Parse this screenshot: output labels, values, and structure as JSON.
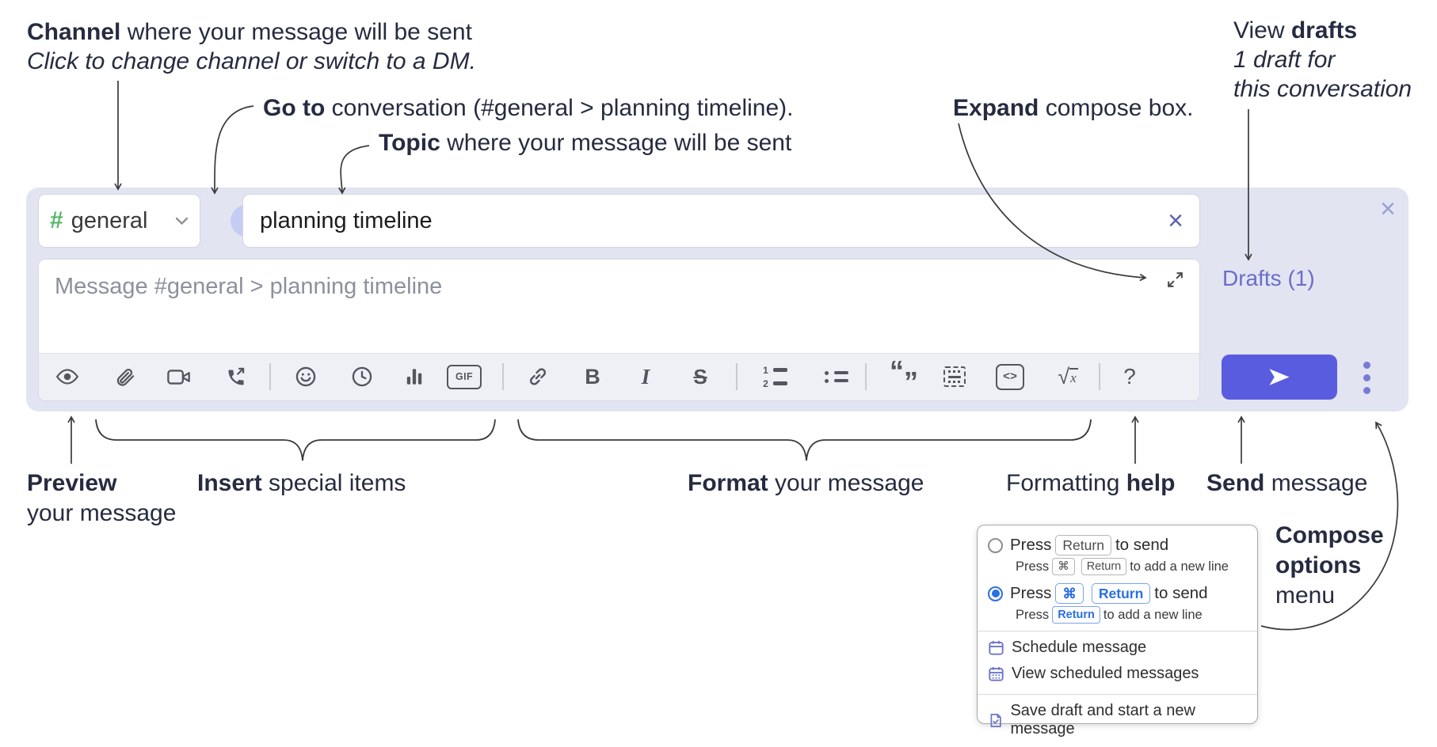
{
  "colors": {
    "panel_bg": "#e2e4f2",
    "send_button": "#5a5ce0",
    "drafts_link": "#6a6ec6",
    "channel_hash_green": "#58b56c",
    "go_to_circle_bg": "#c5ccf4",
    "go_to_chevron_blue": "#3f62e0",
    "selected_radio_blue": "#2a6fe3",
    "menu_icon_purple": "#6f74c9",
    "toolbar_icon_gray": "#53565e",
    "annotation_text": "#262b40"
  },
  "annotations": {
    "channel": {
      "bold": "Channel",
      "rest": " where your message will be sent",
      "line2_italic": "Click to change channel or switch to a DM."
    },
    "go_to": {
      "bold": "Go to",
      "rest": " conversation (#general > planning timeline)."
    },
    "topic": {
      "bold": "Topic",
      "rest": " where your message will be sent"
    },
    "expand": {
      "bold": "Expand",
      "rest": " compose box."
    },
    "view_drafts": {
      "pre": "View ",
      "bold": "drafts",
      "line2_italic": "1 draft for",
      "line3_italic": "this conversation"
    },
    "preview": {
      "bold": "Preview",
      "line2": "your message"
    },
    "insert": {
      "bold": "Insert",
      "rest": " special items"
    },
    "format": {
      "bold": "Format",
      "rest": " your message"
    },
    "formatting_help": {
      "pre": "Formatting ",
      "bold": "help"
    },
    "send": {
      "bold": "Send",
      "rest": " message"
    },
    "compose_options": {
      "line1_bold": "Compose",
      "line2_bold": "options",
      "line3": "menu"
    }
  },
  "compose": {
    "channel_name": "general",
    "topic_value": "planning timeline",
    "message_placeholder": "Message #general > planning timeline",
    "drafts_label": "Drafts (1)",
    "glyphs": {
      "hash": "#",
      "gif": "GIF",
      "bold": "B",
      "italic": "I",
      "strikethrough": "S",
      "quote_open": "“",
      "quote_close": "”",
      "code": "<>",
      "radical": "√",
      "math_var": "x",
      "help": "?",
      "ol1": "1",
      "ol2": "2",
      "clear_topic": "×",
      "close": "×"
    },
    "toolbar_icons": [
      "preview-eye",
      "attach-paperclip",
      "start-video-call",
      "start-voice-call",
      "emoji",
      "add-global-time",
      "add-poll",
      "add-gif",
      "link",
      "bold",
      "italic",
      "strikethrough",
      "numbered-list",
      "bulleted-list",
      "quote",
      "spoiler",
      "code",
      "math-latex",
      "message-formatting-help",
      "send-paper-plane",
      "more-options-ellipsis",
      "expand-diagonal",
      "close-x",
      "clear-topic-x",
      "channel-hash",
      "chevron-down",
      "go-to-chevron"
    ]
  },
  "popup": {
    "option1": {
      "press": "Press",
      "key1": "Return",
      "suffix": "to send",
      "sub": {
        "press": "Press",
        "key1": "⌘",
        "key2": "Return",
        "suffix": "to add a new line"
      }
    },
    "option2": {
      "press": "Press",
      "key1": "⌘",
      "key2": "Return",
      "suffix": "to send",
      "sub": {
        "press": "Press",
        "key1": "Return",
        "suffix": "to add a new line"
      }
    },
    "menu_items": [
      "Schedule message",
      "View scheduled messages",
      "Save draft and start a new message"
    ]
  }
}
